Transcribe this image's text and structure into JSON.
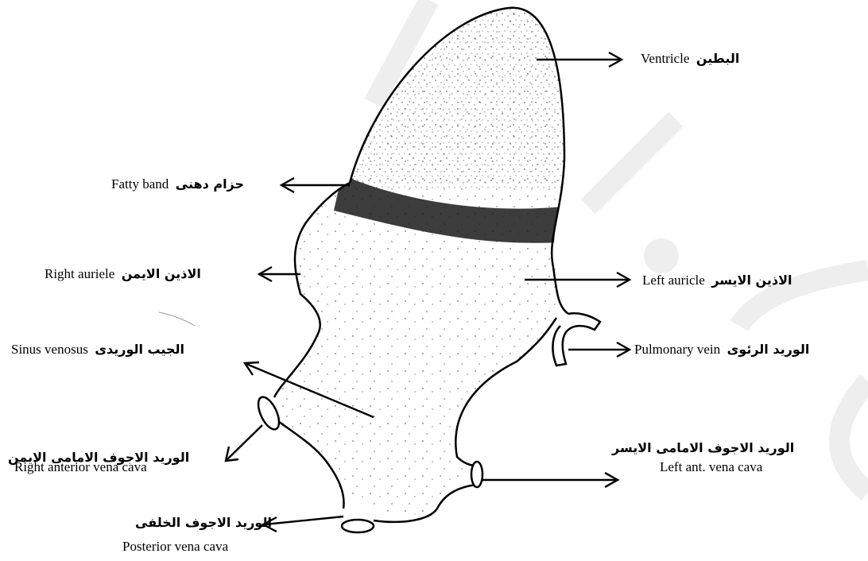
{
  "labels": {
    "ventricle": {
      "arabic": "البطين",
      "english": "Ventricle"
    },
    "fatty_band": {
      "arabic": "حزام دهنى",
      "english": "Fatty band"
    },
    "right_auricle": {
      "arabic": "الاذين الايمن",
      "english": "Right auriele"
    },
    "left_auricle": {
      "arabic": "الاذين الايسر",
      "english": "Left auricle"
    },
    "sinus_venosus": {
      "arabic": "الجيب الوريدى",
      "english": "Sinus venosus"
    },
    "pulmonary_vein": {
      "arabic": "الوريد الرئوى",
      "english": "Pulmonary vein"
    },
    "right_anterior_vena_cava": {
      "arabic": "الوريد الاجوف الامامى الايمن",
      "english": "Right anterior vena cava"
    },
    "left_anterior_vena_cava": {
      "arabic": "الوريد الاجوف الامامى الايسر",
      "english": "Left ant. vena cava"
    },
    "posterior_vena_cava": {
      "arabic": "الوريد الاجوف الخلفى",
      "english": "Posterior vena cava"
    }
  },
  "watermark": {
    "letters": [
      "a",
      "l",
      "c",
      "o"
    ]
  }
}
